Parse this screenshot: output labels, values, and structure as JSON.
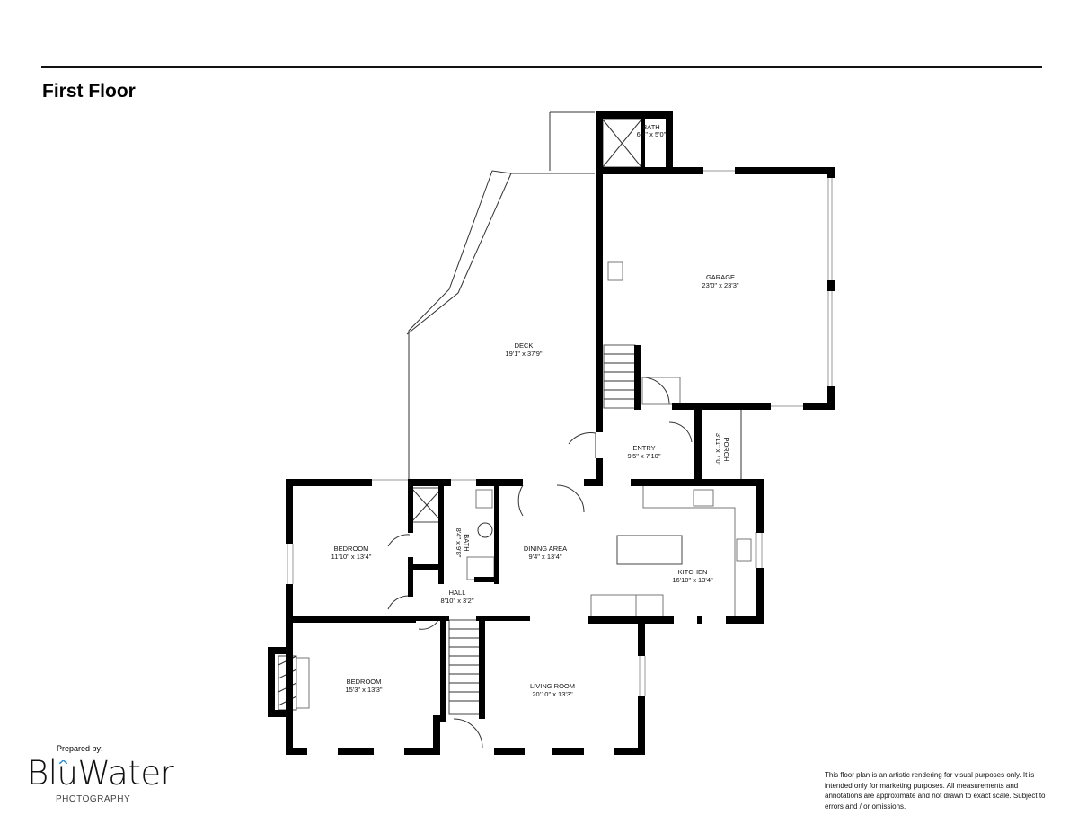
{
  "header": {
    "title": "First Floor"
  },
  "rooms": [
    {
      "id": "bath-top",
      "name": "BATH",
      "size": "6'4\" x 5'0\""
    },
    {
      "id": "garage",
      "name": "GARAGE",
      "size": "23'0\" x 23'3\""
    },
    {
      "id": "deck",
      "name": "DECK",
      "size": "19'1\" x 37'9\""
    },
    {
      "id": "entry",
      "name": "ENTRY",
      "size": "9'5\" x 7'10\""
    },
    {
      "id": "porch",
      "name": "PORCH",
      "size": "3'11\" x 7'0\""
    },
    {
      "id": "bedroom-upper",
      "name": "BEDROOM",
      "size": "11'10\" x 13'4\""
    },
    {
      "id": "bath-mid",
      "name": "BATH",
      "size": "8'4\" x 9'8\""
    },
    {
      "id": "dining",
      "name": "DINING AREA",
      "size": "9'4\" x 13'4\""
    },
    {
      "id": "kitchen",
      "name": "KITCHEN",
      "size": "16'10\" x 13'4\""
    },
    {
      "id": "hall",
      "name": "HALL",
      "size": "8'10\" x 3'2\""
    },
    {
      "id": "bedroom-lower",
      "name": "BEDROOM",
      "size": "15'3\" x 13'3\""
    },
    {
      "id": "living",
      "name": "LIVING ROOM",
      "size": "20'10\" x 13'3\""
    }
  ],
  "footer": {
    "prepared_by": "Prepared by:",
    "logo_text": "BluWater",
    "logo_sub": "PHOTOGRAPHY",
    "disclaimer": "This floor plan is an artistic rendering for visual purposes only. It is intended only for marketing purposes. All measurements and annotations are approximate and not drawn to exact scale. Subject to errors and / or omissions."
  }
}
